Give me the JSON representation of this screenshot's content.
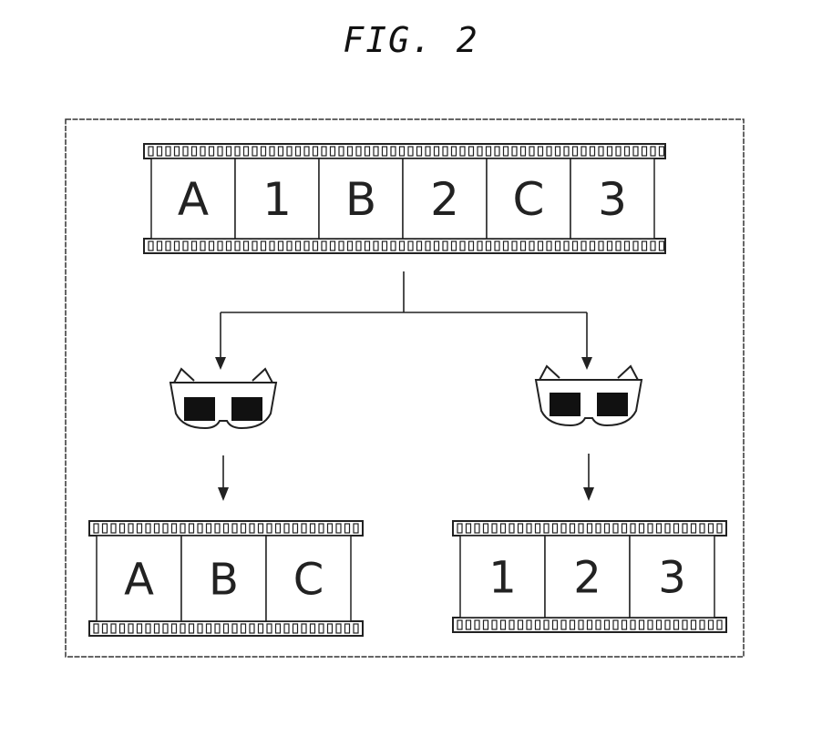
{
  "figure": {
    "title": "FIG. 2"
  },
  "source_strip": {
    "frames": [
      "A",
      "1",
      "B",
      "2",
      "C",
      "3"
    ]
  },
  "left_output": {
    "frames": [
      "A",
      "B",
      "C"
    ]
  },
  "right_output": {
    "frames": [
      "1",
      "2",
      "3"
    ]
  },
  "icons": {
    "left_glasses": "3d-glasses-icon",
    "right_glasses": "3d-glasses-icon"
  },
  "colors": {
    "ink": "#222222",
    "lens": "#111111"
  }
}
